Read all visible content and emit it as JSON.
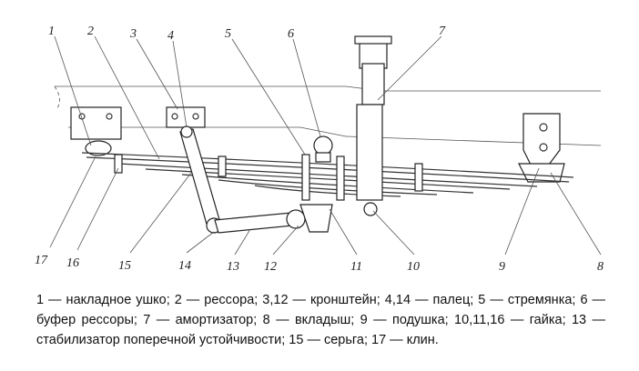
{
  "diagram": {
    "callouts_top": [
      "1",
      "2",
      "3",
      "4",
      "5",
      "6",
      "7"
    ],
    "callouts_bottom": [
      "17",
      "16",
      "15",
      "14",
      "13",
      "12",
      "11",
      "10",
      "9",
      "8"
    ]
  },
  "caption": "1 — накладное ушко; 2 — рессора; 3,12 — кронштейн; 4,14 — палец; 5 — стремянка; 6 — буфер рессоры; 7 — амортизатор; 8 — вкладыш; 9 — подушка; 10,11,16 — гайка; 13 — стабилизатор поперечной устойчивости; 15 — серьга; 17 — клин."
}
